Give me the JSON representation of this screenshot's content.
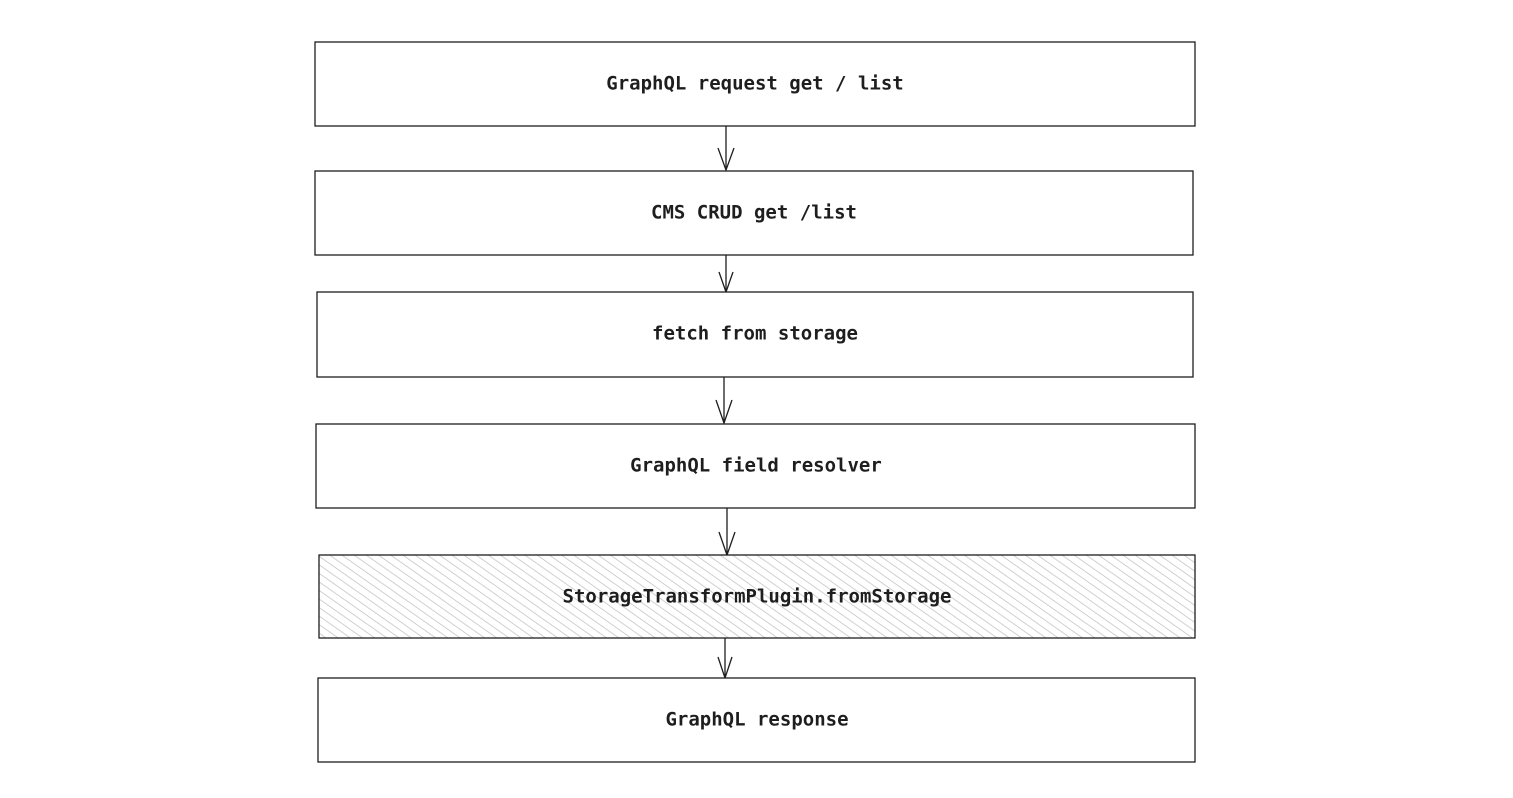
{
  "diagram": {
    "nodes": [
      {
        "label": "GraphQL request get / list",
        "hatched": false
      },
      {
        "label": "CMS CRUD get /list",
        "hatched": false
      },
      {
        "label": "fetch from storage",
        "hatched": false
      },
      {
        "label": "GraphQL field resolver",
        "hatched": false
      },
      {
        "label": "StorageTransformPlugin.fromStorage",
        "hatched": true
      },
      {
        "label": "GraphQL response",
        "hatched": false
      }
    ],
    "edges": [
      {
        "from": 0,
        "to": 1
      },
      {
        "from": 1,
        "to": 2
      },
      {
        "from": 2,
        "to": 3
      },
      {
        "from": 3,
        "to": 4
      },
      {
        "from": 4,
        "to": 5
      }
    ],
    "colors": {
      "stroke": "#1e1e1e",
      "hatch": "#bdbdbd",
      "background": "#ffffff"
    }
  }
}
